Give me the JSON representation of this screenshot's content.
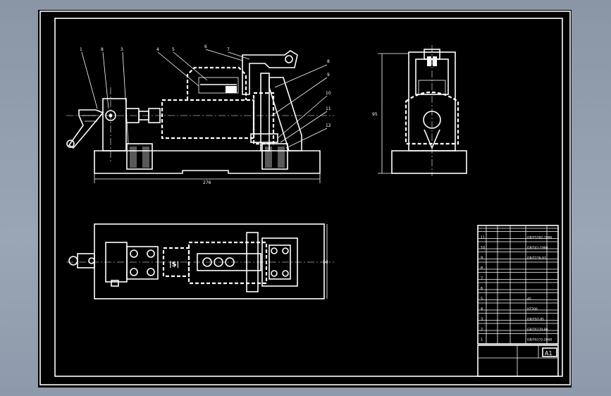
{
  "drawing": {
    "part_numbers": [
      "1",
      "8",
      "3",
      "4",
      "5",
      "6",
      "7",
      "8",
      "9",
      "10",
      "11",
      "12"
    ],
    "overall_dimension": "276",
    "side_view_dimension": "95",
    "plan_view_dimension": "50"
  },
  "title_block": {
    "sheet_size": "A1",
    "bom_rows": [
      {
        "code": "GB/T5782-1986",
        "qty": ""
      },
      {
        "code": "GB/T41-1986",
        "qty": ""
      },
      {
        "code": "GB/T276-93",
        "qty": ""
      },
      {
        "code": "",
        "qty": ""
      },
      {
        "code": "",
        "qty": ""
      },
      {
        "code": "",
        "qty": ""
      },
      {
        "code": "45",
        "qty": ""
      },
      {
        "code": "HT200",
        "qty": ""
      },
      {
        "code": "GB/T97-85",
        "qty": ""
      },
      {
        "code": "GB/T6170-86",
        "qty": ""
      },
      {
        "code": "GB/T6172-2000",
        "qty": ""
      }
    ]
  },
  "colors": {
    "background": "#000000",
    "lines": "#ffffff",
    "window": "#8a96a6"
  }
}
